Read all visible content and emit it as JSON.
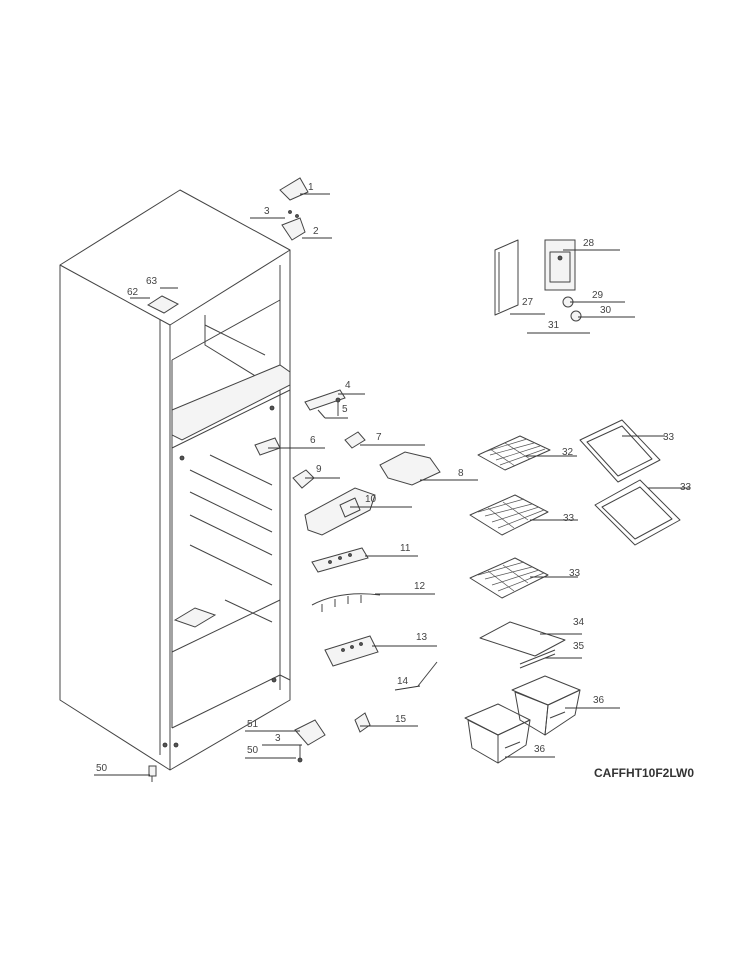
{
  "model_code": "CAFFHT10F2LW0",
  "callouts": {
    "c1": "1",
    "c2": "2",
    "c3a": "3",
    "c3b": "3",
    "c4": "4",
    "c5": "5",
    "c6": "6",
    "c7": "7",
    "c8": "8",
    "c9": "9",
    "c10": "10",
    "c11": "11",
    "c12": "12",
    "c13": "13",
    "c14": "14",
    "c15": "15",
    "c27": "27",
    "c28": "28",
    "c29": "29",
    "c30": "30",
    "c31": "31",
    "c32": "32",
    "c33a": "33",
    "c33b": "33",
    "c33c": "33",
    "c33d": "33",
    "c34": "34",
    "c35": "35",
    "c36a": "36",
    "c36b": "36",
    "c50a": "50",
    "c50b": "50",
    "c51": "51",
    "c62": "62",
    "c63": "63"
  }
}
